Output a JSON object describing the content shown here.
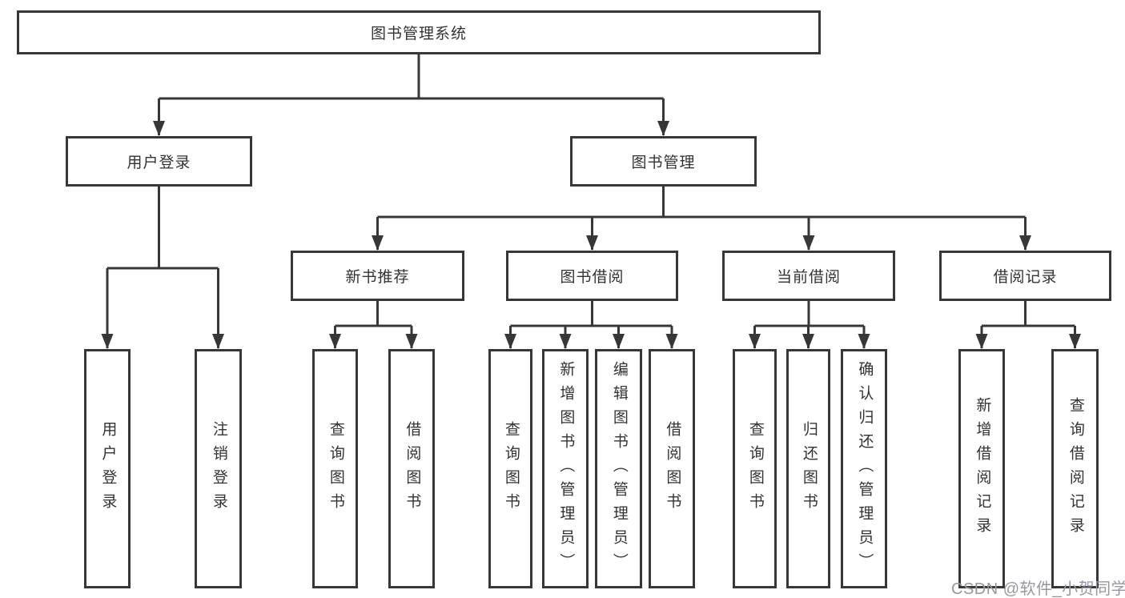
{
  "colors": {
    "line": "#373737",
    "text": "#333333",
    "watermark": "#97979f",
    "background": "#ffffff"
  },
  "watermark": {
    "text": "CSDN @软件_小贺同学"
  },
  "tree": {
    "root": {
      "label": "图书管理系统"
    },
    "branches": [
      {
        "label": "用户登录",
        "children": [
          {
            "label": "用户登录"
          },
          {
            "label": "注销登录"
          }
        ]
      },
      {
        "label": "图书管理",
        "children": [
          {
            "label": "新书推荐",
            "children": [
              {
                "label": "查询图书"
              },
              {
                "label": "借阅图书"
              }
            ]
          },
          {
            "label": "图书借阅",
            "children": [
              {
                "label": "查询图书"
              },
              {
                "label": "新增图书（管理员）"
              },
              {
                "label": "编辑图书（管理员）"
              },
              {
                "label": "借阅图书"
              }
            ]
          },
          {
            "label": "当前借阅",
            "children": [
              {
                "label": "查询图书"
              },
              {
                "label": "归还图书"
              },
              {
                "label": "确认归还（管理员）"
              }
            ]
          },
          {
            "label": "借阅记录",
            "children": [
              {
                "label": "新增借阅记录"
              },
              {
                "label": "查询借阅记录"
              }
            ]
          }
        ]
      }
    ]
  }
}
